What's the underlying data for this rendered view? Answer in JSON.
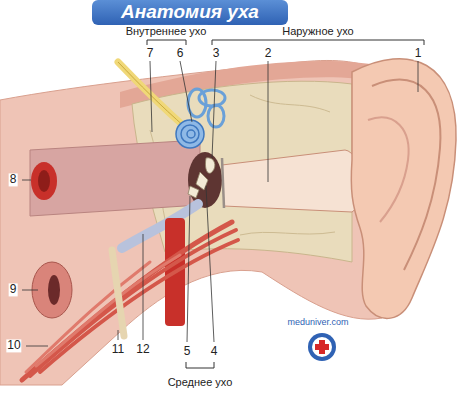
{
  "diagram": {
    "title": "Анатомия уха",
    "labels": [
      "Внутреннее ухо",
      "Наружное ухо",
      "7",
      "6",
      "3",
      "2",
      "1",
      "8",
      "9",
      "10",
      "11",
      "12",
      "5",
      "4",
      "Среднее ухо",
      "meduniver.com"
    ]
  }
}
